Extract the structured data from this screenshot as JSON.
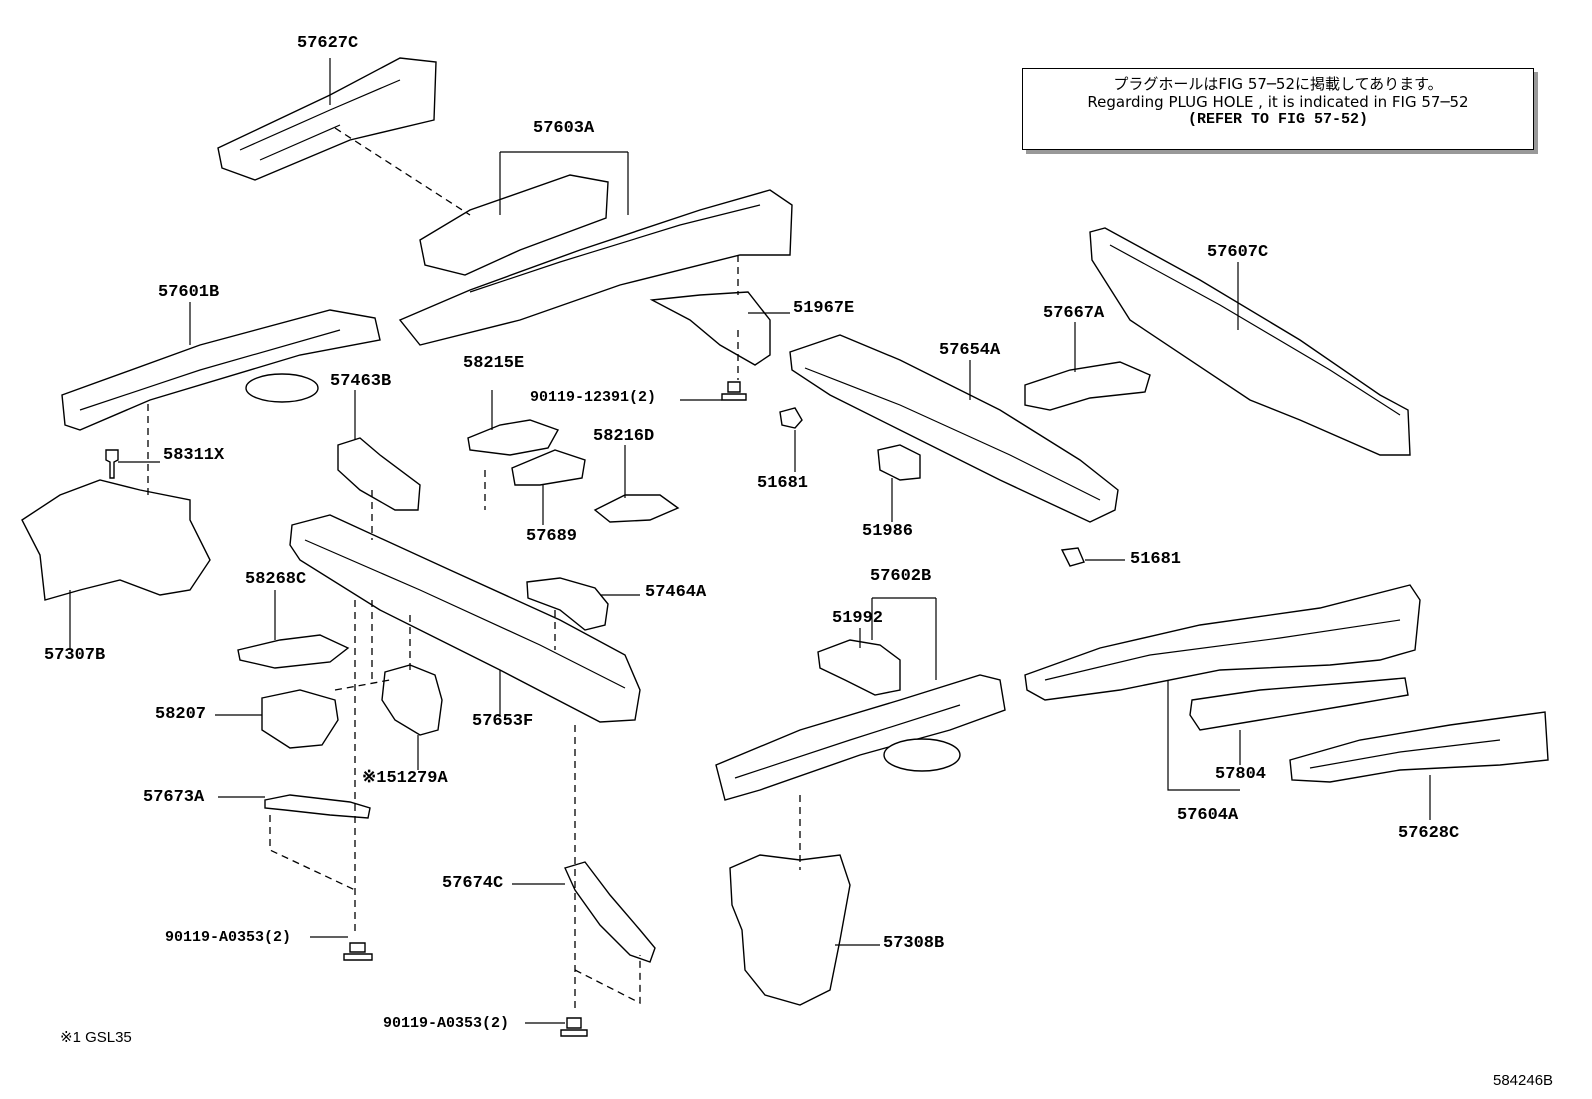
{
  "note": {
    "jp": "プラグホールはFIG 57─52に掲載してあります。",
    "en": "Regarding PLUG HOLE , it is indicated in FIG 57─52",
    "ref": "(REFER TO FIG 57-52)"
  },
  "labels": {
    "p57627C": "57627C",
    "p57603A": "57603A",
    "p57601B": "57601B",
    "p51967E": "51967E",
    "p57607C": "57607C",
    "p57667A": "57667A",
    "p57654A": "57654A",
    "p58215E": "58215E",
    "p57463B": "57463B",
    "p90119_12391": "90119-12391(2)",
    "p58311X": "58311X",
    "p58216D": "58216D",
    "p51681a": "51681",
    "p51986": "51986",
    "p57689": "57689",
    "p51681b": "51681",
    "p57602B": "57602B",
    "p57464A": "57464A",
    "p58268C": "58268C",
    "p51992": "51992",
    "p57307B": "57307B",
    "p58207": "58207",
    "p57653F": "57653F",
    "p51279A": "※151279A",
    "p57804": "57804",
    "p57673A": "57673A",
    "p57604A": "57604A",
    "p57628C": "57628C",
    "p57674C": "57674C",
    "p57308B": "57308B",
    "p90119_A0353a": "90119-A0353(2)",
    "p90119_A0353b": "90119-A0353(2)"
  },
  "footnote": "※1 GSL35",
  "figure_id": "584246B"
}
